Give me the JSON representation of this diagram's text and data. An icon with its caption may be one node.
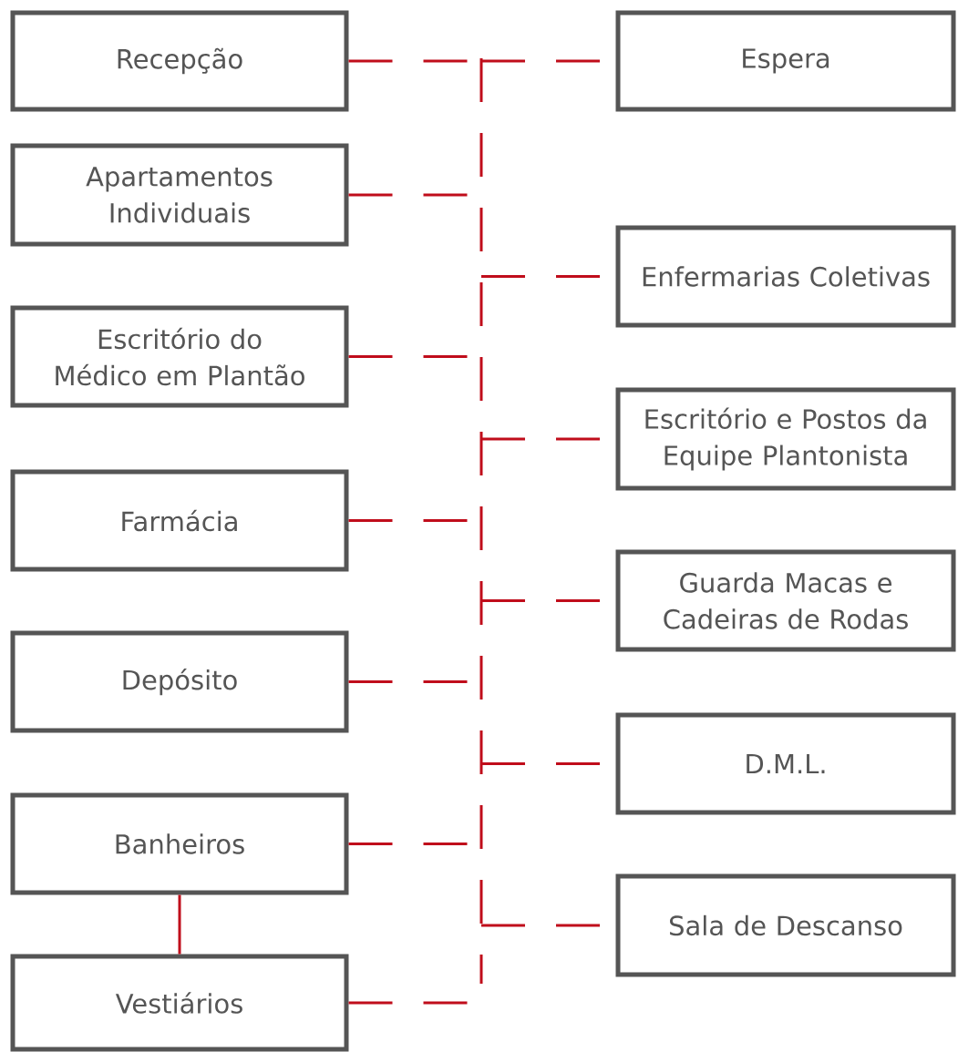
{
  "diagram": {
    "nodes": [
      {
        "text": [
          "Recepção"
        ]
      },
      {
        "text": [
          "Apartamentos Individuais"
        ]
      },
      {
        "text": [
          "Escritório do Médico em Plantão"
        ]
      },
      {
        "text": [
          "Farmácia"
        ]
      },
      {
        "text": [
          "Depósito"
        ]
      },
      {
        "text": [
          "Banheiros"
        ]
      },
      {
        "text": [
          "Vestiários"
        ]
      },
      {
        "text": [
          "Espera"
        ]
      },
      {
        "text": [
          "Enfermarias Coletivas"
        ]
      },
      {
        "text": [
          "Escritório e Postos da Equipe Plantonista"
        ]
      },
      {
        "text": [
          "Guarda Macas e Cadeiras de Rodas"
        ]
      },
      {
        "text": [
          "D.M.L."
        ]
      },
      {
        "text": [
          "Sala de Descanso"
        ]
      },
      {
        "text": [],
        "shape": "bar"
      }
    ],
    "edges": [
      {
        "from": 0,
        "to": 13,
        "arrow": "none",
        "style": "dashed"
      },
      {
        "from": 1,
        "to": 13,
        "arrow": "none",
        "style": "dashed"
      },
      {
        "from": 2,
        "to": 13,
        "arrow": "none",
        "style": "dashed"
      },
      {
        "from": 3,
        "to": 13,
        "arrow": "none",
        "style": "dashed"
      },
      {
        "from": 4,
        "to": 13,
        "arrow": "none",
        "style": "dashed"
      },
      {
        "from": 5,
        "to": 13,
        "arrow": "none",
        "style": "dashed"
      },
      {
        "from": 6,
        "to": 13,
        "arrow": "none",
        "style": "dashed"
      },
      {
        "from": 13,
        "to": 7,
        "arrow": "none",
        "style": "dashed"
      },
      {
        "from": 13,
        "to": 8,
        "arrow": "none",
        "style": "dashed"
      },
      {
        "from": 13,
        "to": 9,
        "arrow": "none",
        "style": "dashed"
      },
      {
        "from": 13,
        "to": 10,
        "arrow": "none",
        "style": "dashed"
      },
      {
        "from": 13,
        "to": 11,
        "arrow": "none",
        "style": "dashed"
      },
      {
        "from": 13,
        "to": 12,
        "arrow": "none",
        "style": "dashed"
      },
      {
        "from": 5,
        "to": 6,
        "arrow": "none"
      }
    ]
  }
}
